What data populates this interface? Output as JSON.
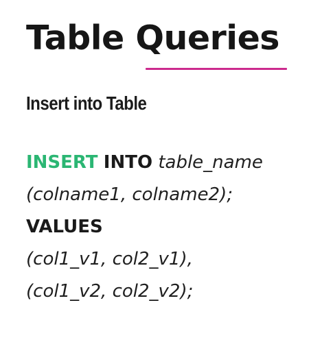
{
  "title": "Table Queries",
  "subtitle": "Insert into Table",
  "accent_color": "#cc2a8e",
  "keyword_color": "#2bb673",
  "code": {
    "line1_kw1": "INSERT",
    "line1_kw2": "INTO",
    "line1_rest": "table_name",
    "line2": "(colname1, colname2);",
    "line3": "VALUES",
    "line4": "(col1_v1, col2_v1),",
    "line5": "(col1_v2, col2_v2);"
  }
}
